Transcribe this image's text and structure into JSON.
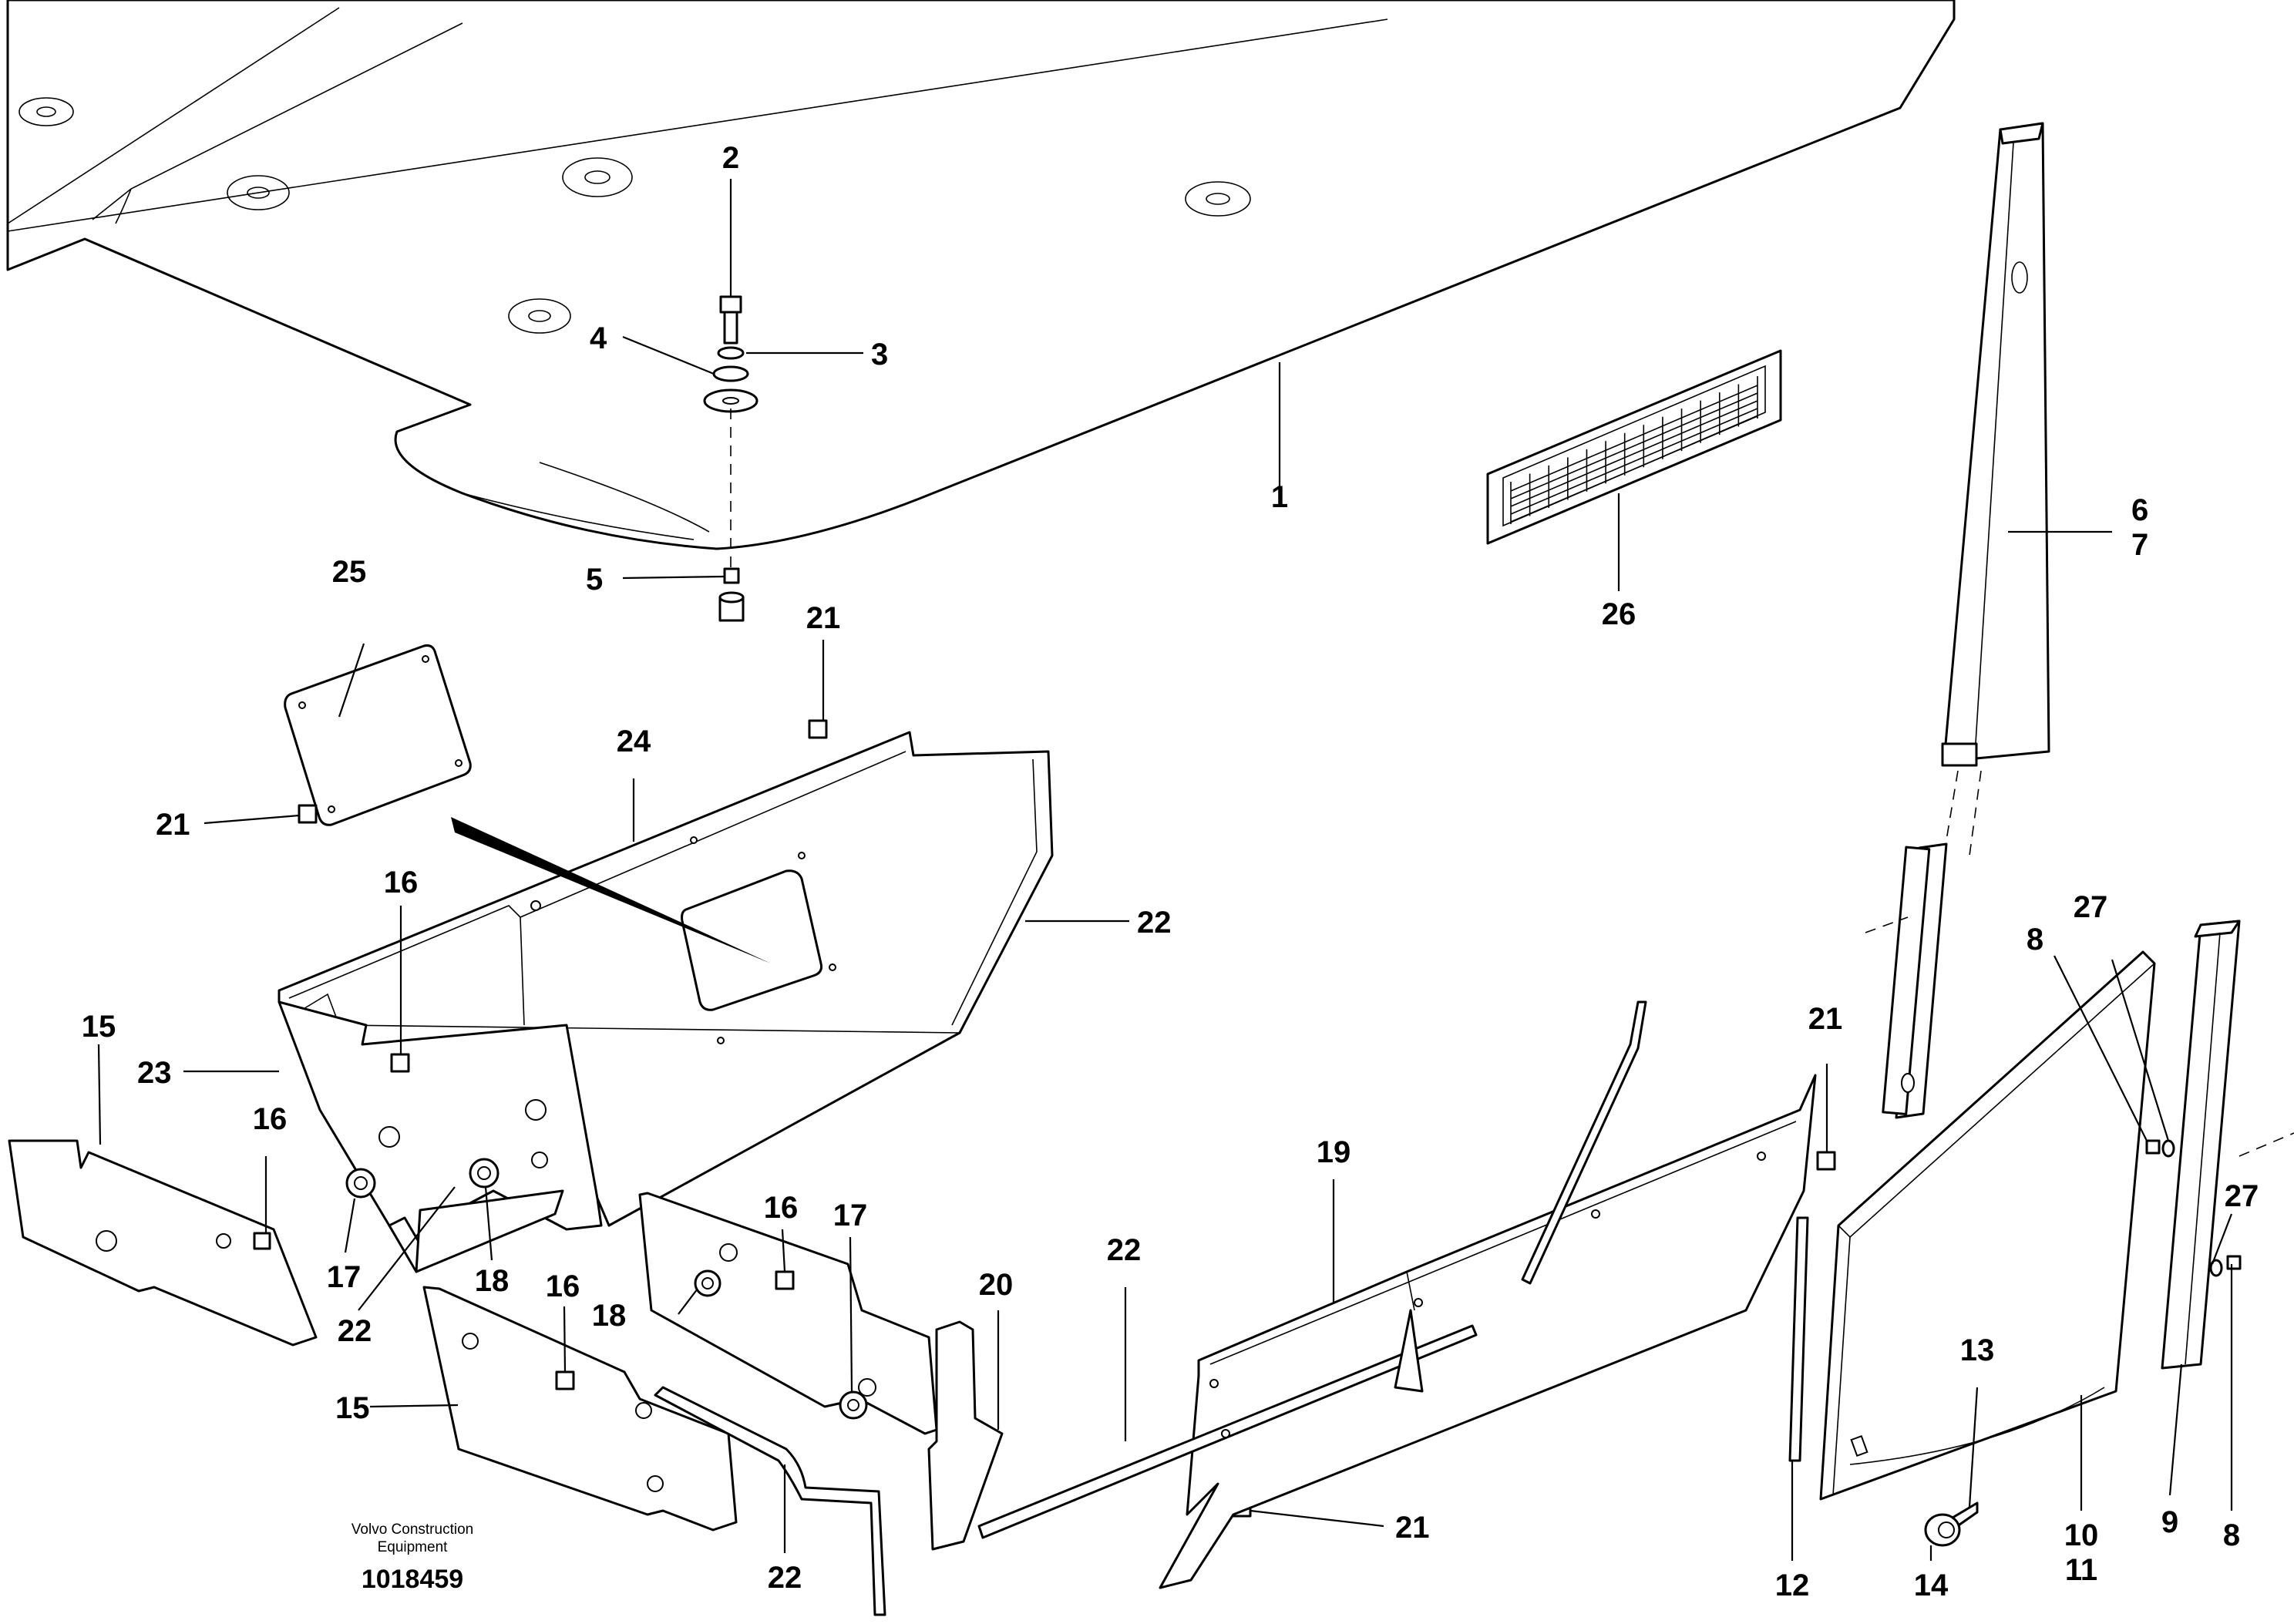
{
  "callouts": [
    {
      "id": "c1",
      "label": "1"
    },
    {
      "id": "c2",
      "label": "2"
    },
    {
      "id": "c3",
      "label": "3"
    },
    {
      "id": "c4",
      "label": "4"
    },
    {
      "id": "c5",
      "label": "5"
    },
    {
      "id": "c6",
      "label": "6"
    },
    {
      "id": "c7",
      "label": "7"
    },
    {
      "id": "c8a",
      "label": "8"
    },
    {
      "id": "c8b",
      "label": "8"
    },
    {
      "id": "c9",
      "label": "9"
    },
    {
      "id": "c10",
      "label": "10"
    },
    {
      "id": "c11",
      "label": "11"
    },
    {
      "id": "c12",
      "label": "12"
    },
    {
      "id": "c13",
      "label": "13"
    },
    {
      "id": "c14",
      "label": "14"
    },
    {
      "id": "c15a",
      "label": "15"
    },
    {
      "id": "c15b",
      "label": "15"
    },
    {
      "id": "c16a",
      "label": "16"
    },
    {
      "id": "c16b",
      "label": "16"
    },
    {
      "id": "c16c",
      "label": "16"
    },
    {
      "id": "c16d",
      "label": "16"
    },
    {
      "id": "c17a",
      "label": "17"
    },
    {
      "id": "c17b",
      "label": "17"
    },
    {
      "id": "c18a",
      "label": "18"
    },
    {
      "id": "c18b",
      "label": "18"
    },
    {
      "id": "c19",
      "label": "19"
    },
    {
      "id": "c20",
      "label": "20"
    },
    {
      "id": "c21a",
      "label": "21"
    },
    {
      "id": "c21b",
      "label": "21"
    },
    {
      "id": "c21c",
      "label": "21"
    },
    {
      "id": "c21d",
      "label": "21"
    },
    {
      "id": "c22a",
      "label": "22"
    },
    {
      "id": "c22b",
      "label": "22"
    },
    {
      "id": "c22c",
      "label": "22"
    },
    {
      "id": "c22d",
      "label": "22"
    },
    {
      "id": "c23",
      "label": "23"
    },
    {
      "id": "c24",
      "label": "24"
    },
    {
      "id": "c25",
      "label": "25"
    },
    {
      "id": "c26",
      "label": "26"
    },
    {
      "id": "c27a",
      "label": "27"
    },
    {
      "id": "c27b",
      "label": "27"
    }
  ],
  "footer": {
    "brand_line1": "Volvo Construction",
    "brand_line2": "Equipment",
    "drawing_number": "1018459"
  }
}
